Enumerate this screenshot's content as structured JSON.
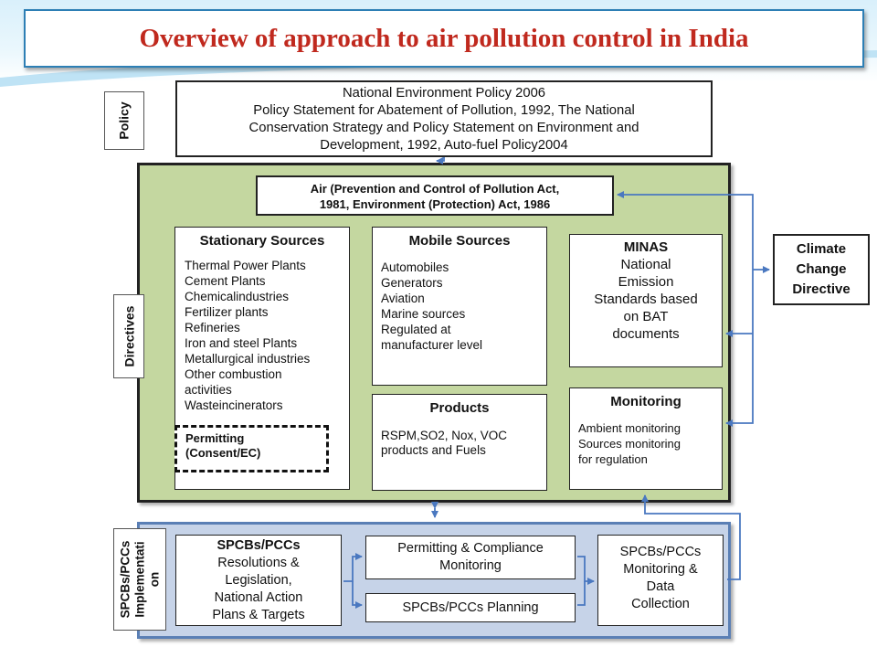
{
  "title": "Overview of approach to air pollution control in India",
  "side_labels": {
    "policy": "Policy",
    "directives": "Directives",
    "implementation_line1": "SPCBs/PCCs",
    "implementation_line2": "Implementati",
    "implementation_line3": "on"
  },
  "policy_box": {
    "lines": [
      "National Environment Policy 2006",
      "Policy Statement for Abatement of Pollution, 1992, The National",
      "Conservation Strategy and Policy Statement on Environment and",
      "Development, 1992,  Auto-fuel Policy2004"
    ]
  },
  "act_box": {
    "lines": [
      "Air (Prevention and Control of Pollution Act,",
      "1981, Environment (Protection) Act, 1986"
    ]
  },
  "stationary": {
    "heading": "Stationary Sources",
    "items": [
      "Thermal Power Plants",
      "Cement Plants",
      "Chemicalindustries",
      "Fertilizer plants",
      "Refineries",
      "Iron and steel Plants",
      "Metallurgical industries",
      "Other combustion",
      "activities",
      "Wasteincinerators"
    ],
    "permitting": [
      "Permitting",
      "(Consent/EC)"
    ]
  },
  "mobile": {
    "heading": "Mobile Sources",
    "items": [
      "Automobiles",
      "Generators",
      "Aviation",
      "Marine sources",
      "Regulated at",
      "manufacturer level"
    ]
  },
  "minas": {
    "heading": "MINAS",
    "lines": [
      "National",
      "Emission",
      "Standards based",
      "on BAT",
      "documents"
    ]
  },
  "products": {
    "heading": "Products",
    "lines": [
      "RSPM,SO2, Nox, VOC",
      "products and  Fuels"
    ]
  },
  "monitoring": {
    "heading": "Monitoring",
    "lines": [
      "Ambient monitoring",
      "Sources monitoring",
      "for regulation"
    ]
  },
  "climate": {
    "lines": [
      "Climate",
      "Change",
      "Directive"
    ]
  },
  "spcb_resolutions": {
    "heading": "SPCBs/PCCs",
    "lines": [
      "Resolutions &",
      "Legislation,",
      "National Action",
      "Plans & Targets"
    ]
  },
  "permit_compliance": {
    "lines": [
      "Permitting & Compliance",
      "Monitoring"
    ]
  },
  "spcb_planning": {
    "label": "SPCBs/PCCs Planning"
  },
  "spcb_monitoring": {
    "lines": [
      "SPCBs/PCCs",
      "Monitoring &",
      "Data",
      "Collection"
    ]
  },
  "colors": {
    "title_red": "#c0291e",
    "green_panel": "#c4d7a0",
    "blue_panel": "#c6d3e8",
    "arrow_blue": "#4a78c0"
  }
}
